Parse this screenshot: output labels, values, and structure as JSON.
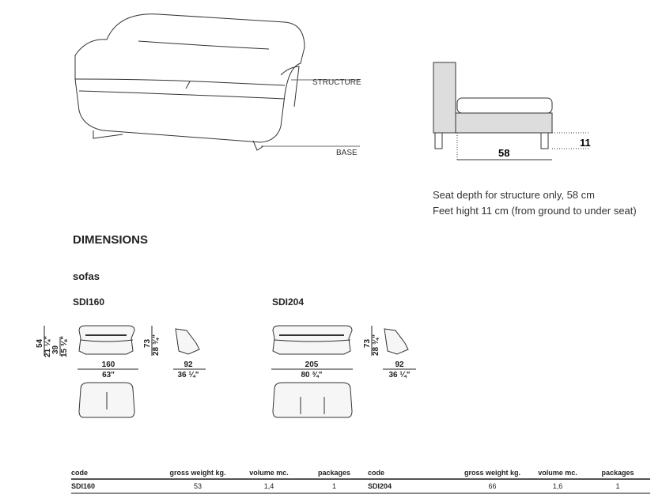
{
  "diagram": {
    "structure_label": "STRUCTURE",
    "base_label": "BASE",
    "seat_depth": "58",
    "feet_height": "11"
  },
  "notes": [
    "Seat depth for structure only, 58 cm",
    "Feet hight 11 cm (from ground to under seat)"
  ],
  "section_title": "DIMENSIONS",
  "subsection": "sofas",
  "models": [
    {
      "code": "SDI160",
      "height_cm": "54",
      "height_in": "21 ¼\"",
      "seat_cm": "39",
      "seat_in": "15 ⅜\"",
      "width_cm": "160",
      "width_in": "63\"",
      "side_h_cm": "73",
      "side_h_in": "28 ¾\"",
      "depth_cm": "92",
      "depth_in": "36 ¼\""
    },
    {
      "code": "SDI204",
      "side_h_cm": "73",
      "side_h_in": "28 ¾\"",
      "width_cm": "205",
      "width_in": "80 ¾\"",
      "depth_cm": "92",
      "depth_in": "36 ¼\""
    }
  ],
  "table": {
    "headers": [
      "code",
      "gross weight kg.",
      "volume mc.",
      "packages",
      "code",
      "gross weight kg.",
      "volume mc.",
      "packages"
    ],
    "row": [
      "SDI160",
      "53",
      "1,4",
      "1",
      "SDI204",
      "66",
      "1,6",
      "1"
    ]
  }
}
